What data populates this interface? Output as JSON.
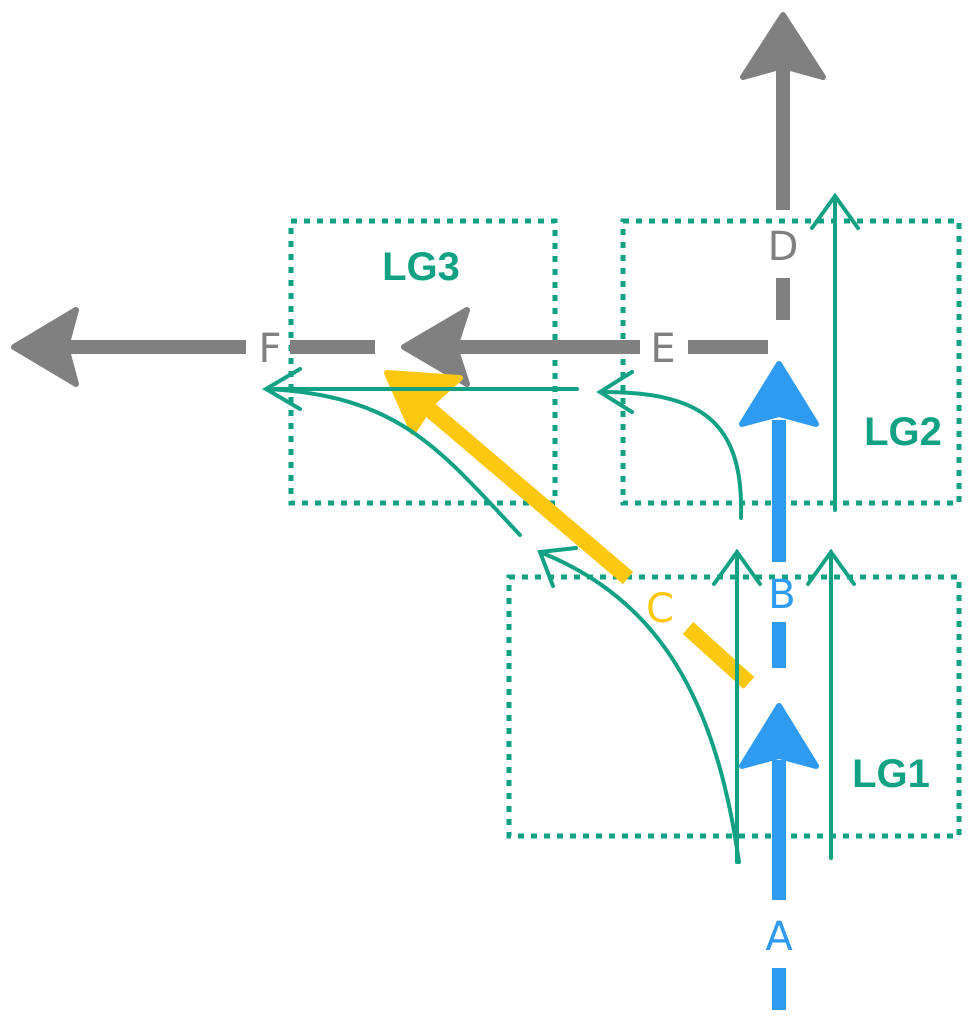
{
  "colors": {
    "gray": "#808080",
    "blue": "#2e9bf0",
    "yellow": "#fcc70f",
    "green": "#12a283",
    "background": "#ffffff"
  },
  "boxes": [
    {
      "id": "lg1",
      "label": "LG1"
    },
    {
      "id": "lg2",
      "label": "LG2"
    },
    {
      "id": "lg3",
      "label": "LG3"
    }
  ],
  "nodes": [
    {
      "id": "a",
      "label": "A",
      "color": "blue"
    },
    {
      "id": "b",
      "label": "B",
      "color": "blue"
    },
    {
      "id": "c",
      "label": "C",
      "color": "yellow"
    },
    {
      "id": "d",
      "label": "D",
      "color": "gray"
    },
    {
      "id": "e",
      "label": "E",
      "color": "gray"
    },
    {
      "id": "f",
      "label": "F",
      "color": "gray"
    }
  ]
}
